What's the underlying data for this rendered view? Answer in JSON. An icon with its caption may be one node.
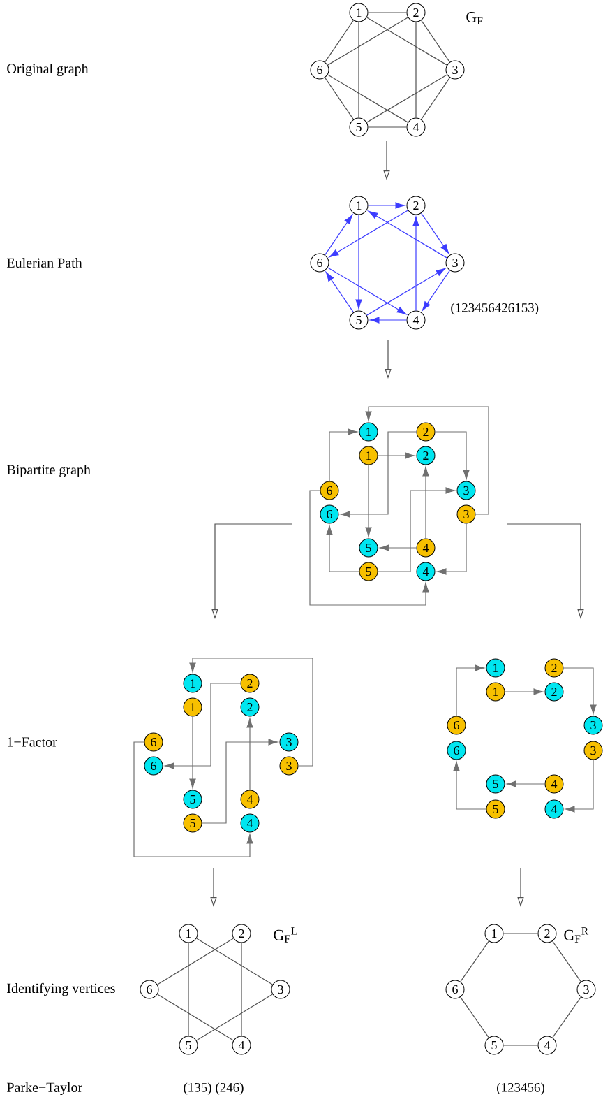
{
  "diagram": {
    "nodes": [
      {
        "text": [
          "1"
        ]
      },
      {
        "text": [
          "2"
        ]
      },
      {
        "text": [
          "6"
        ]
      },
      {
        "text": [
          "3"
        ]
      },
      {
        "text": [
          "5"
        ]
      },
      {
        "text": [
          "4"
        ]
      },
      {
        "text": [
          "1"
        ]
      },
      {
        "text": [
          "2"
        ]
      },
      {
        "text": [
          "6"
        ]
      },
      {
        "text": [
          "3"
        ]
      },
      {
        "text": [
          "5"
        ]
      },
      {
        "text": [
          "4"
        ]
      },
      {
        "text": [
          "1"
        ]
      },
      {
        "text": [
          "2"
        ]
      },
      {
        "text": [
          "1"
        ]
      },
      {
        "text": [
          "2"
        ]
      },
      {
        "text": [
          "6"
        ]
      },
      {
        "text": [
          "3"
        ]
      },
      {
        "text": [
          "6"
        ]
      },
      {
        "text": [
          "3"
        ]
      },
      {
        "text": [
          "5"
        ]
      },
      {
        "text": [
          "4"
        ]
      },
      {
        "text": [
          "5"
        ]
      },
      {
        "text": [
          "4"
        ]
      },
      {
        "text": [
          "1"
        ]
      },
      {
        "text": [
          "2"
        ]
      },
      {
        "text": [
          "1"
        ]
      },
      {
        "text": [
          "2"
        ]
      },
      {
        "text": [
          "6"
        ]
      },
      {
        "text": [
          "3"
        ]
      },
      {
        "text": [
          "6"
        ]
      },
      {
        "text": [
          "3"
        ]
      },
      {
        "text": [
          "5"
        ]
      },
      {
        "text": [
          "4"
        ]
      },
      {
        "text": [
          "5"
        ]
      },
      {
        "text": [
          "4"
        ]
      },
      {
        "text": [
          "1"
        ]
      },
      {
        "text": [
          "2"
        ]
      },
      {
        "text": [
          "1"
        ]
      },
      {
        "text": [
          "2"
        ]
      },
      {
        "text": [
          "6"
        ]
      },
      {
        "text": [
          "3"
        ]
      },
      {
        "text": [
          "6"
        ]
      },
      {
        "text": [
          "3"
        ]
      },
      {
        "text": [
          "5"
        ]
      },
      {
        "text": [
          "4"
        ]
      },
      {
        "text": [
          "5"
        ]
      },
      {
        "text": [
          "4"
        ]
      },
      {
        "text": [
          "1"
        ]
      },
      {
        "text": [
          "2"
        ]
      },
      {
        "text": [
          "6"
        ]
      },
      {
        "text": [
          "3"
        ]
      },
      {
        "text": [
          "5"
        ]
      },
      {
        "text": [
          "4"
        ]
      },
      {
        "text": [
          "1"
        ]
      },
      {
        "text": [
          "2"
        ]
      },
      {
        "text": [
          "6"
        ]
      },
      {
        "text": [
          "3"
        ]
      },
      {
        "text": [
          "5"
        ]
      },
      {
        "text": [
          "4"
        ]
      }
    ],
    "edges": [
      {
        "from": 0,
        "to": 1,
        "arrow": "none"
      },
      {
        "from": 1,
        "to": 3,
        "arrow": "none"
      },
      {
        "from": 3,
        "to": 5,
        "arrow": "none"
      },
      {
        "from": 5,
        "to": 4,
        "arrow": "none"
      },
      {
        "from": 4,
        "to": 2,
        "arrow": "none"
      },
      {
        "from": 2,
        "to": 0,
        "arrow": "none"
      },
      {
        "from": 0,
        "to": 4,
        "arrow": "none"
      },
      {
        "from": 1,
        "to": 5,
        "arrow": "none"
      },
      {
        "from": 0,
        "to": 3,
        "arrow": "none"
      },
      {
        "from": 1,
        "to": 2,
        "arrow": "none"
      },
      {
        "from": 3,
        "to": 4,
        "arrow": "none"
      },
      {
        "from": 2,
        "to": 5,
        "arrow": "none"
      },
      {
        "from": 6,
        "to": 7,
        "arrow": "to",
        "color": "#3c3cff"
      },
      {
        "from": 7,
        "to": 9,
        "arrow": "to",
        "color": "#3c3cff"
      },
      {
        "from": 9,
        "to": 11,
        "arrow": "to",
        "color": "#3c3cff"
      },
      {
        "from": 11,
        "to": 10,
        "arrow": "to",
        "color": "#3c3cff"
      },
      {
        "from": 10,
        "to": 8,
        "arrow": "to",
        "color": "#3c3cff"
      },
      {
        "from": 8,
        "to": 11,
        "arrow": "to",
        "color": "#3c3cff"
      },
      {
        "from": 11,
        "to": 7,
        "arrow": "to",
        "color": "#3c3cff"
      },
      {
        "from": 7,
        "to": 8,
        "arrow": "to",
        "color": "#3c3cff"
      },
      {
        "from": 8,
        "to": 6,
        "arrow": "to",
        "color": "#3c3cff"
      },
      {
        "from": 6,
        "to": 10,
        "arrow": "to",
        "color": "#3c3cff"
      },
      {
        "from": 10,
        "to": 9,
        "arrow": "to",
        "color": "#3c3cff"
      },
      {
        "from": 9,
        "to": 6,
        "arrow": "to",
        "color": "#3c3cff"
      },
      {
        "from": 14,
        "to": 15,
        "arrow": "to"
      },
      {
        "from": 13,
        "to": 17,
        "arrow": "to"
      },
      {
        "from": 19,
        "to": 23,
        "arrow": "to"
      },
      {
        "from": 21,
        "to": 20,
        "arrow": "to"
      },
      {
        "from": 22,
        "to": 18,
        "arrow": "to"
      },
      {
        "from": 16,
        "to": 23,
        "arrow": "to"
      },
      {
        "from": 21,
        "to": 15,
        "arrow": "to"
      },
      {
        "from": 13,
        "to": 18,
        "arrow": "to"
      },
      {
        "from": 16,
        "to": 12,
        "arrow": "to"
      },
      {
        "from": 14,
        "to": 20,
        "arrow": "to"
      },
      {
        "from": 22,
        "to": 17,
        "arrow": "to"
      },
      {
        "from": 19,
        "to": 12,
        "arrow": "to"
      },
      {
        "from": 26,
        "to": 32,
        "arrow": "to"
      },
      {
        "from": 34,
        "to": 29,
        "arrow": "to"
      },
      {
        "from": 31,
        "to": 24,
        "arrow": "to"
      },
      {
        "from": 25,
        "to": 30,
        "arrow": "to"
      },
      {
        "from": 28,
        "to": 35,
        "arrow": "to"
      },
      {
        "from": 33,
        "to": 27,
        "arrow": "to"
      },
      {
        "from": 38,
        "to": 39,
        "arrow": "to"
      },
      {
        "from": 37,
        "to": 41,
        "arrow": "to"
      },
      {
        "from": 43,
        "to": 47,
        "arrow": "to"
      },
      {
        "from": 45,
        "to": 44,
        "arrow": "to"
      },
      {
        "from": 46,
        "to": 42,
        "arrow": "to"
      },
      {
        "from": 40,
        "to": 36,
        "arrow": "to"
      },
      {
        "from": 48,
        "to": 52,
        "arrow": "none"
      },
      {
        "from": 52,
        "to": 51,
        "arrow": "none"
      },
      {
        "from": 51,
        "to": 48,
        "arrow": "none"
      },
      {
        "from": 49,
        "to": 50,
        "arrow": "none"
      },
      {
        "from": 50,
        "to": 53,
        "arrow": "none"
      },
      {
        "from": 53,
        "to": 49,
        "arrow": "none"
      },
      {
        "from": 54,
        "to": 55,
        "arrow": "none"
      },
      {
        "from": 55,
        "to": 57,
        "arrow": "none"
      },
      {
        "from": 57,
        "to": 59,
        "arrow": "none"
      },
      {
        "from": 59,
        "to": 58,
        "arrow": "none"
      },
      {
        "from": 58,
        "to": 56,
        "arrow": "none"
      },
      {
        "from": 56,
        "to": 54,
        "arrow": "none"
      }
    ],
    "labels": [
      "G$_{F}$",
      "Original graph",
      "Eulerian Path",
      "(123456426153)",
      "Bipartite graph",
      "1−Factor",
      "G$_{F}$$^{L}$",
      "G$_{F}$$^{R}$",
      "Identifying vertices",
      "Parke−Taylor",
      "(135) (246)",
      "(123456)"
    ]
  }
}
